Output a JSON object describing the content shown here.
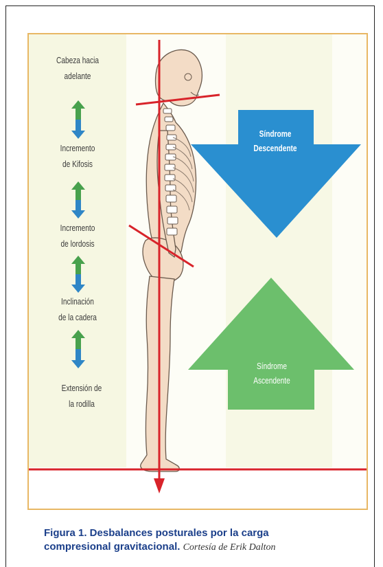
{
  "labels": {
    "head": [
      "Cabeza hacia",
      "adelante"
    ],
    "kyphosis": [
      "Incremento",
      "de Kifosis"
    ],
    "lordosis": [
      "Incremento",
      "de lordosis"
    ],
    "hip": [
      "Inclinación",
      "de la cadera"
    ],
    "knee": [
      "Extensión  de",
      "la rodilla"
    ]
  },
  "syndromes": {
    "descending": [
      "Síndrome",
      "Descendente"
    ],
    "ascending": [
      "Síndrome",
      "Ascendente"
    ]
  },
  "caption": {
    "bold_line1": "Figura 1. Desbalances posturales por la carga",
    "bold_line2": "compresional gravitacional.",
    "credit": "Cortesía de Erik Dalton"
  },
  "colors": {
    "frame_border": "#e8b764",
    "arrow_up": "#48a14d",
    "arrow_down": "#2f86c6",
    "syndrome_down": "#2a8fd0",
    "syndrome_up": "#6cbf6c",
    "lines": "#d8232a",
    "caption": "#1b3f8a"
  }
}
